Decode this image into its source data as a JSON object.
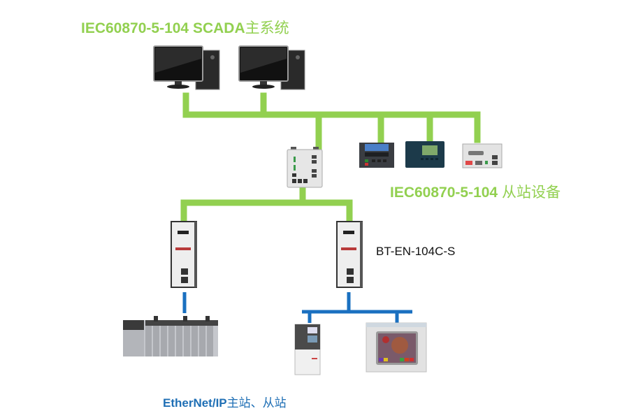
{
  "diagram": {
    "colors": {
      "iec104_link": "#92d050",
      "ethernetip_link": "#1a70c0",
      "iec104_text": "#92d050",
      "ethernetip_text": "#1f6fb5"
    },
    "labels": {
      "scada_master": {
        "prefix": "IEC60870-5-104 SCADA",
        "suffix": "主系统"
      },
      "slave_devices": {
        "prefix": "IEC60870-5-104 ",
        "suffix": "从站设备"
      },
      "gateway_model": "BT-EN-104C-S",
      "ethernetip": {
        "prefix": "EtherNet/IP",
        "suffix": "主站、从站"
      }
    },
    "nodes": [
      {
        "id": "scada-pc-1",
        "type": "desktop-computer",
        "network": "IEC60870-5-104"
      },
      {
        "id": "scada-pc-2",
        "type": "desktop-computer",
        "network": "IEC60870-5-104"
      },
      {
        "id": "ethernet-switch",
        "type": "industrial-switch",
        "network": "IEC60870-5-104"
      },
      {
        "id": "slave-relay-1",
        "type": "protection-relay",
        "network": "IEC60870-5-104"
      },
      {
        "id": "slave-relay-2",
        "type": "protection-relay",
        "network": "IEC60870-5-104"
      },
      {
        "id": "slave-rtu",
        "type": "rtu",
        "network": "IEC60870-5-104"
      },
      {
        "id": "gateway-1",
        "type": "protocol-gateway",
        "network": "both"
      },
      {
        "id": "gateway-2",
        "type": "protocol-gateway",
        "network": "both"
      },
      {
        "id": "plc",
        "type": "plc-rack",
        "network": "EtherNet/IP"
      },
      {
        "id": "vfd",
        "type": "drive",
        "network": "EtherNet/IP"
      },
      {
        "id": "hmi",
        "type": "hmi-panel",
        "network": "EtherNet/IP"
      }
    ]
  }
}
